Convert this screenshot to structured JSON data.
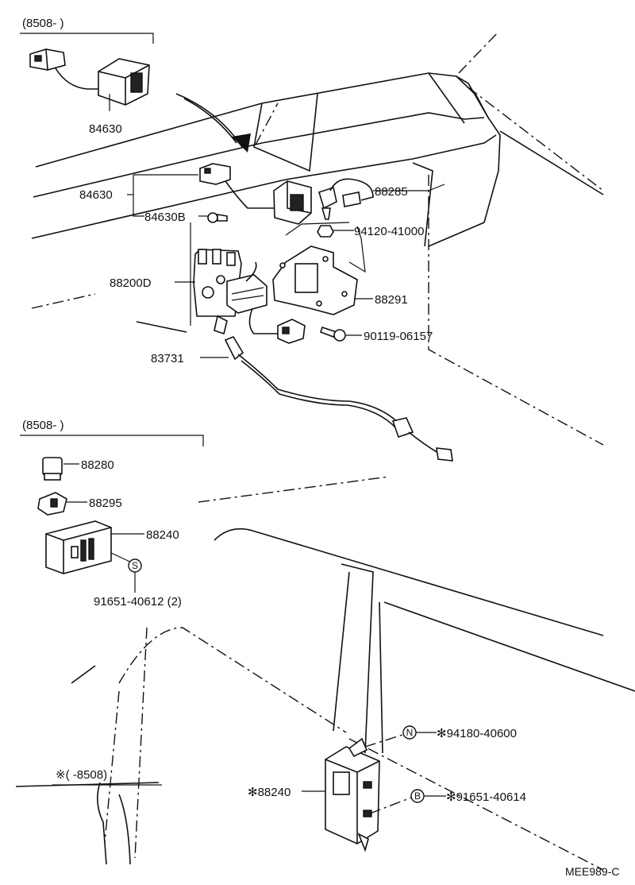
{
  "notes": {
    "box1": "(8508-      )",
    "box2": "(8508-      )",
    "box3": "※(      -8508)"
  },
  "parts": {
    "p84630_top": "84630",
    "p84630_mid": "84630",
    "p84630B": "84630B",
    "p88200D": "88200D",
    "p83731": "83731",
    "p88285": "88285",
    "p94120": "94120-41000",
    "p88291": "88291",
    "p90119": "90119-06157",
    "p88280": "88280",
    "p88295": "88295",
    "p88240": "88240",
    "p91651_a": "91651-40612 (2)",
    "p94180": "✻94180-40600",
    "p88240_star": "✻88240",
    "p91651_b": "✻91651-40614"
  },
  "markers": {
    "S": "S",
    "N": "N",
    "B": "B"
  },
  "catalog_code": "MEE989-C"
}
